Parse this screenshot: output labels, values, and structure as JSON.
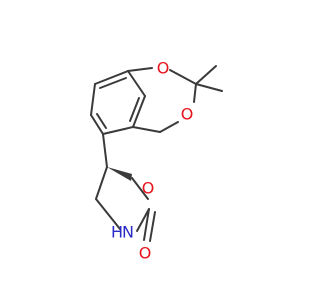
{
  "molecule": {
    "atoms": {
      "o_ring1": {
        "label": "O",
        "color": "#e8141c"
      },
      "o_ring2": {
        "label": "O",
        "color": "#e8141c"
      },
      "o_oxaz": {
        "label": "O",
        "color": "#e8141c"
      },
      "n_oxaz": {
        "label": "N",
        "color": "#2a2ac8"
      },
      "h_oxaz": {
        "label": "H",
        "color": "#2a2ac8"
      },
      "o_carbonyl": {
        "label": "O",
        "color": "#e8141c"
      }
    },
    "bond_color": "#3a3a3a"
  }
}
